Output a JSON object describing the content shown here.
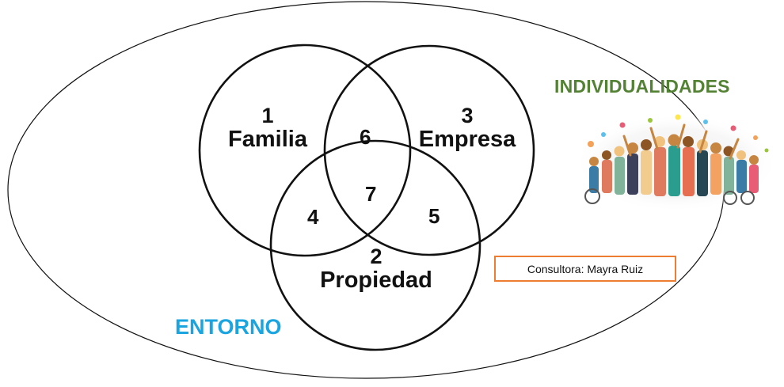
{
  "diagram": {
    "outer_label": "ENTORNO",
    "side_label": "INDIVIDUALIDADES",
    "circles": [
      {
        "number": "1",
        "name": "Familia"
      },
      {
        "number": "3",
        "name": "Empresa"
      },
      {
        "number": "2",
        "name": "Propiedad"
      }
    ],
    "regions": {
      "familia_empresa": "6",
      "familia_propiedad": "4",
      "empresa_propiedad": "5",
      "center": "7"
    },
    "consultant_note": "Consultora: Mayra Ruiz"
  },
  "colors": {
    "individualidades": "#548235",
    "entorno": "#1aa5e0",
    "note_border": "#ed7d31"
  },
  "image": {
    "icon": "crowd-illustration"
  }
}
